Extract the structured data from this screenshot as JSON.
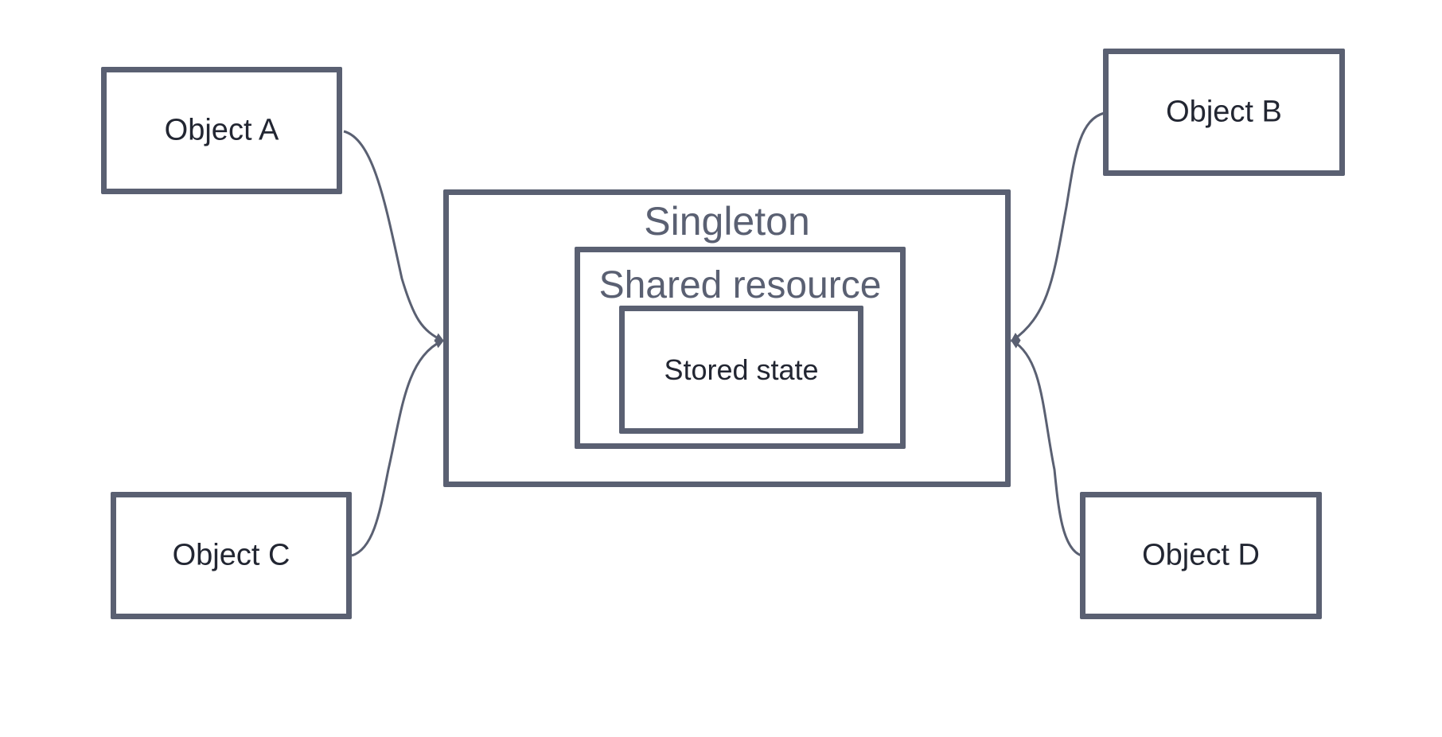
{
  "diagram": {
    "singleton": {
      "label": "Singleton"
    },
    "shared_resource": {
      "label": "Shared resource"
    },
    "stored_state": {
      "label": "Stored state"
    },
    "objects": {
      "a": {
        "label": "Object A"
      },
      "b": {
        "label": "Object B"
      },
      "c": {
        "label": "Object C"
      },
      "d": {
        "label": "Object D"
      }
    },
    "connections": [
      {
        "from": "Object A",
        "to": "Singleton"
      },
      {
        "from": "Object B",
        "to": "Singleton"
      },
      {
        "from": "Object C",
        "to": "Singleton"
      },
      {
        "from": "Object D",
        "to": "Singleton"
      }
    ]
  },
  "colors": {
    "stroke": "#5a6072",
    "text_dark": "#222632",
    "text_muted": "#5a6072",
    "background": "#ffffff"
  }
}
